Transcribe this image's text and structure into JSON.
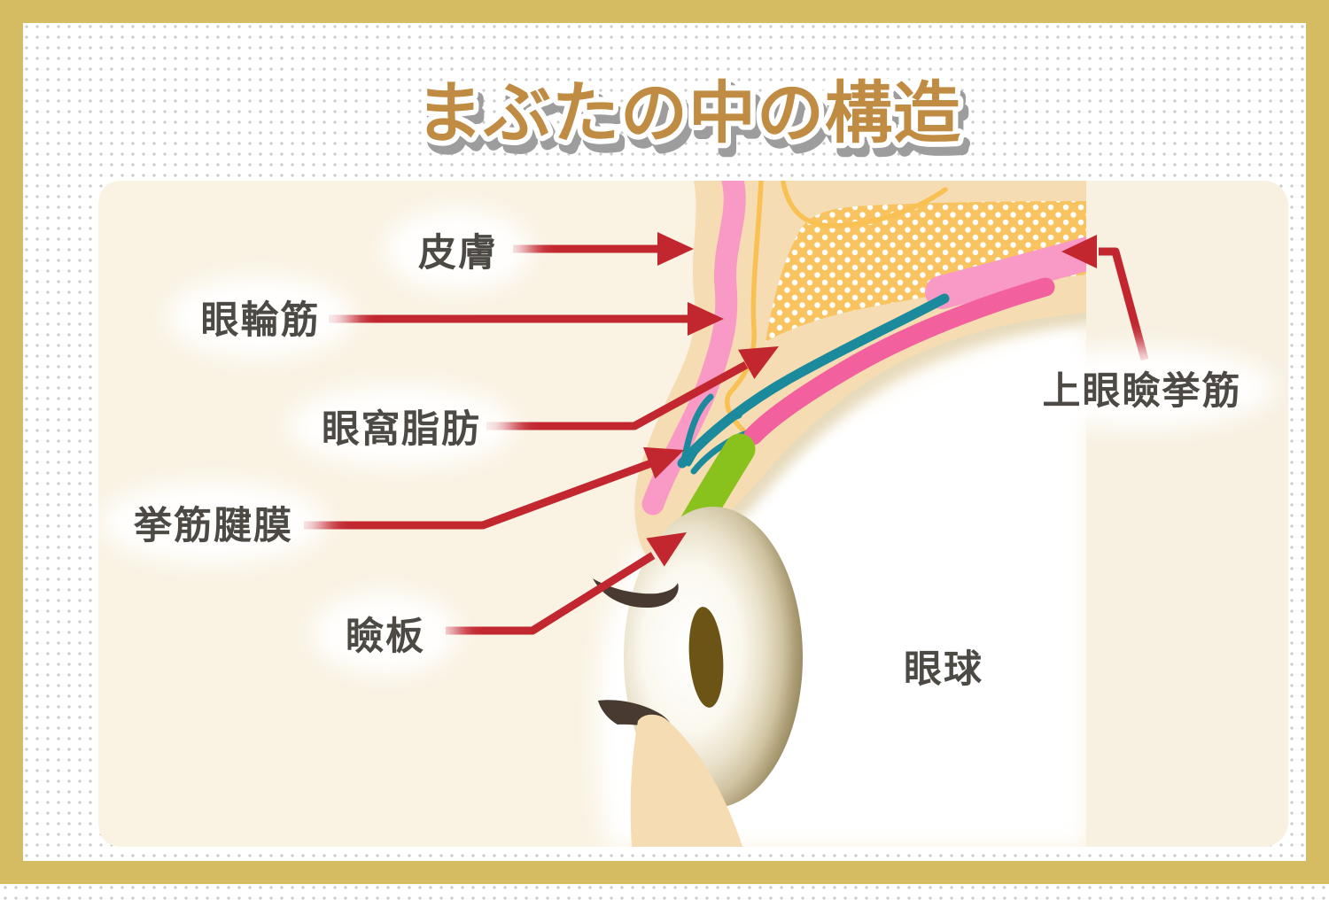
{
  "page": {
    "title": "まぶたの中の構造",
    "frame_color": "#d5bc62",
    "background_dot_color": "#c9c9c9",
    "panel_color": "#faf3e4",
    "panel_right_color": "#f8f1e2",
    "title_color": "#c08c43",
    "title_shadow_color": "#9d9d9d"
  },
  "diagram": {
    "labels": [
      {
        "id": "skin",
        "text": "皮膚"
      },
      {
        "id": "orbicularis-oculi",
        "text": "眼輪筋"
      },
      {
        "id": "orbital-fat",
        "text": "眼窩脂肪"
      },
      {
        "id": "levator-aponeurosis",
        "text": "挙筋腱膜"
      },
      {
        "id": "tarsal-plate",
        "text": "瞼板"
      },
      {
        "id": "levator-palpebrae",
        "text": "上眼瞼挙筋"
      },
      {
        "id": "eyeball",
        "text": "眼球"
      }
    ],
    "colors": {
      "arrow_red": "#c22730",
      "label_text": "#4d4945",
      "flesh_tan": "#f5dcb2",
      "orbital_fat_orange": "#f9c45f",
      "fat_dot_white": "#ffffff",
      "orbicularis_pink": "#f89ac5",
      "muller_pink": "#f2609e",
      "aponeurosis_teal": "#1b8a9c",
      "tarsal_green": "#8ac21d",
      "septum_yellow": "#f9c053",
      "eyeball_rim": "#8f8159",
      "iris_brown": "#6b5416",
      "lash_brown": "#483a31"
    }
  }
}
